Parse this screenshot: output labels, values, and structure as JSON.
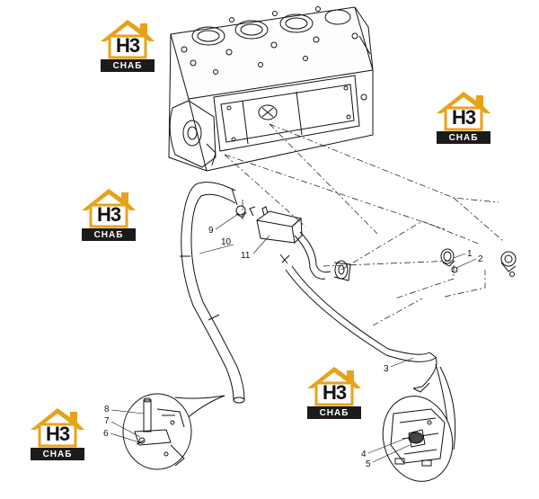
{
  "watermark": {
    "big_text": "H3",
    "small_text": "СНАБ",
    "color_gold": "#e8a21a",
    "color_dark": "#1b1b1b"
  },
  "callouts": {
    "c1": "1",
    "c2": "2",
    "c3": "3",
    "c4": "4",
    "c5": "5",
    "c6": "6",
    "c7": "7",
    "c8": "8",
    "c9": "9",
    "c10": "10",
    "c11": "11"
  }
}
